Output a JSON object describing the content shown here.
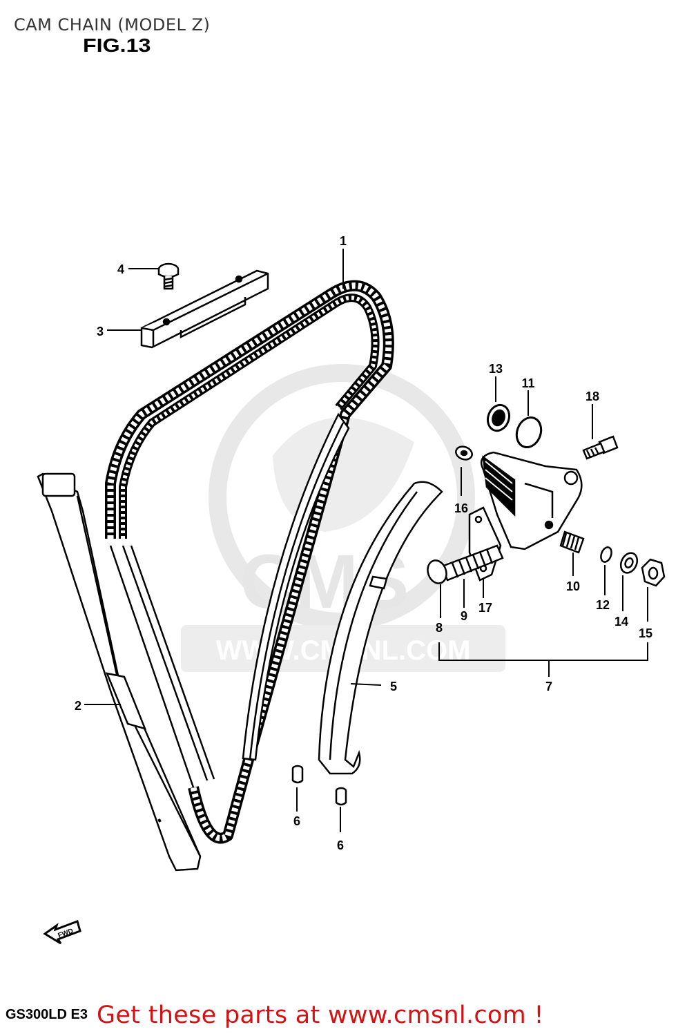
{
  "title": "CAM CHAIN (MODEL Z)",
  "figure_label": "FIG.13",
  "model_code": "GS300LD E3",
  "promo_text": "Get these parts at www.cmsnl.com !",
  "fwd_label": "FWD",
  "watermark": {
    "logo_text": "CMS",
    "url_text": "WWW.CMSNL.COM"
  },
  "callouts": {
    "c1": "1",
    "c2": "2",
    "c3": "3",
    "c4": "4",
    "c5": "5",
    "c6a": "6",
    "c6b": "6",
    "c7": "7",
    "c8": "8",
    "c9": "9",
    "c10": "10",
    "c11": "11",
    "c12": "12",
    "c13": "13",
    "c14": "14",
    "c15": "15",
    "c16": "16",
    "c17": "17",
    "c18": "18"
  },
  "colors": {
    "ink": "#000000",
    "promo": "#d11313",
    "watermark": "#e6e6e6"
  }
}
